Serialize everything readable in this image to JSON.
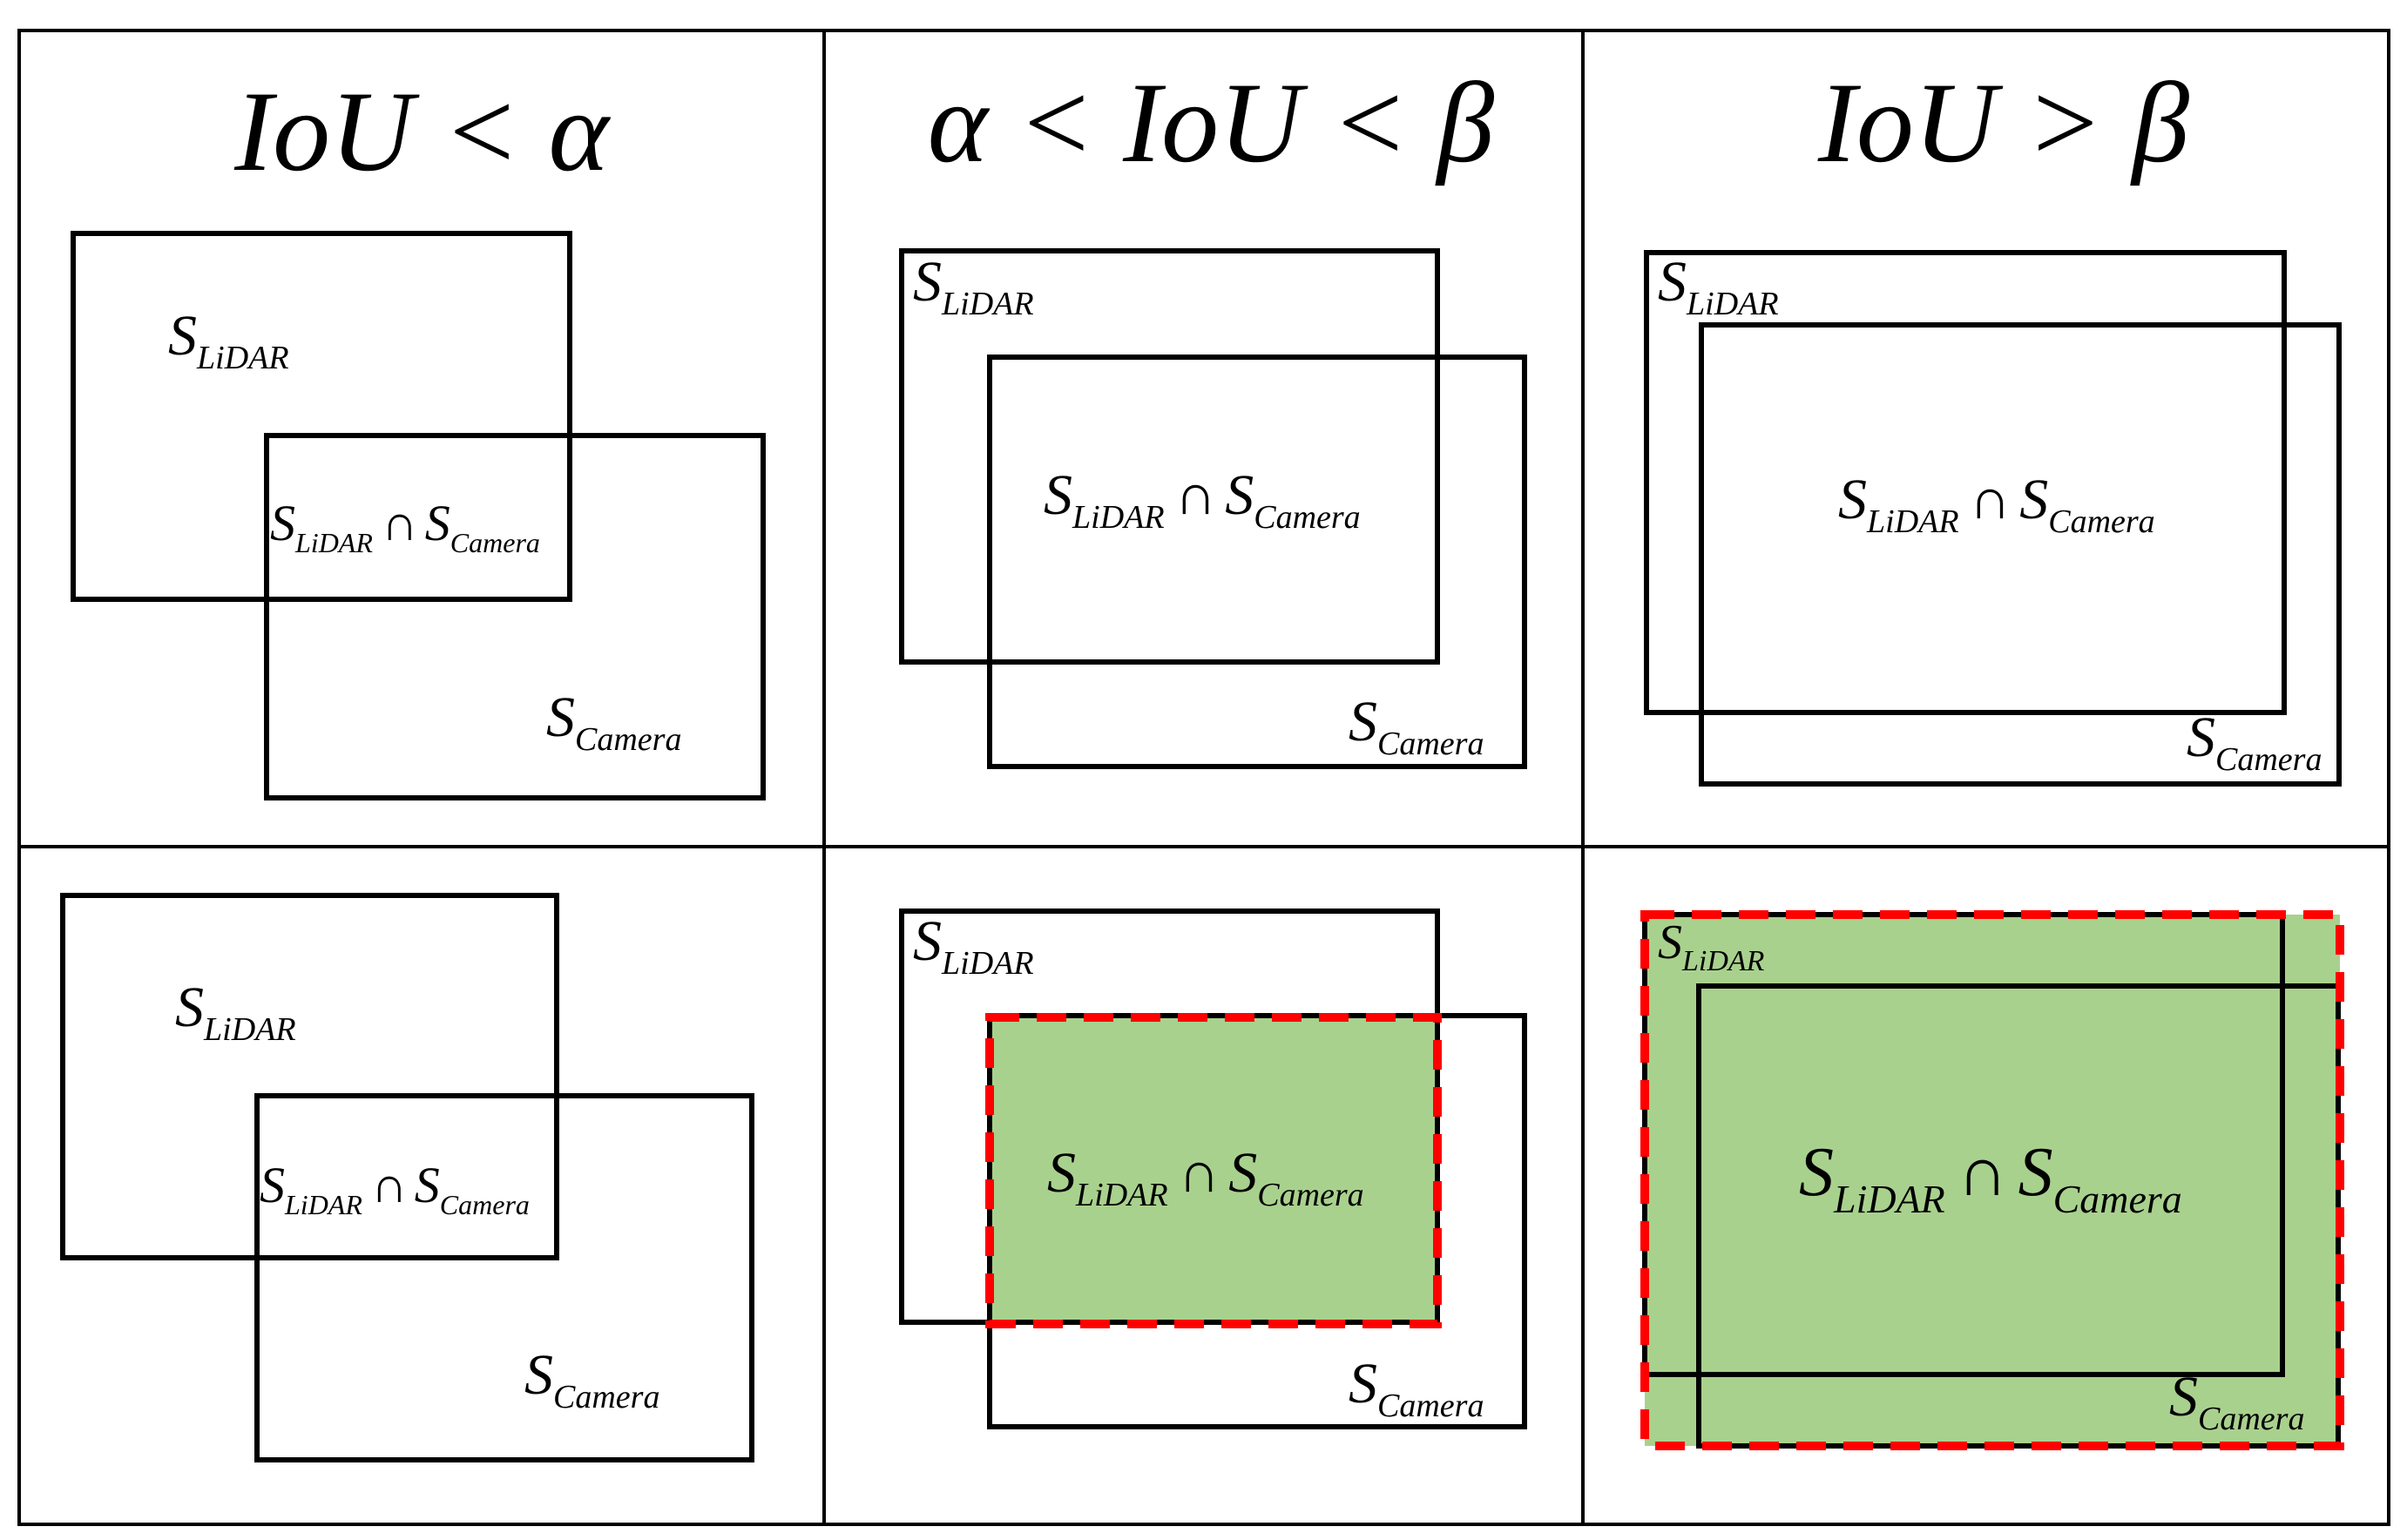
{
  "headers": [
    {
      "left": "IoU",
      "op1": "<",
      "mid": "α",
      "op2": "",
      "right": ""
    },
    {
      "left": "α",
      "op1": "<",
      "mid": "IoU",
      "op2": "<",
      "right": "β"
    },
    {
      "left": "IoU",
      "op1": ">",
      "mid": "β",
      "op2": "",
      "right": ""
    }
  ],
  "symbols": {
    "S": "S",
    "lidar": "LiDAR",
    "camera": "Camera",
    "intersection": "∩"
  },
  "colors": {
    "fused_fill": "#a9d18e",
    "fused_border": "#ff0000",
    "line": "#000000"
  }
}
